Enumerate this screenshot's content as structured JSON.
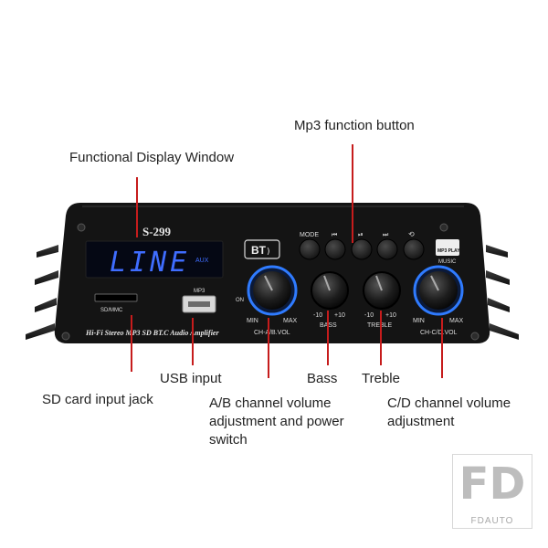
{
  "callouts": {
    "mp3_button": "Mp3 function button",
    "display_window": "Functional Display Window",
    "usb_input": "USB input",
    "bass": "Bass",
    "treble": "Treble",
    "sd_card": "SD card input jack",
    "ab_volume_line1": "A/B channel volume",
    "ab_volume_line2": "adjustment and power",
    "ab_volume_line3": "switch",
    "cd_volume_line1": "C/D channel volume",
    "cd_volume_line2": "adjustment"
  },
  "device": {
    "model": "S-299",
    "display_text": "LINE",
    "display_badge": "AUX",
    "bt_label": "BT",
    "buttons": [
      "MODE",
      "⏮",
      "⏯",
      "⏭",
      "⟲"
    ],
    "mp3_logo": "MP3 PLAY",
    "music_label": "MUSIC",
    "sd_label": "SD/MMC",
    "usb_label": "MP3",
    "strip_text": "Hi-Fi Stereo MP3 SD BT.C Audio Amplifier",
    "on_label": "ON",
    "knobs": {
      "ab": {
        "min": "MIN",
        "max": "MAX",
        "name": "CH-A/B.VOL"
      },
      "bass": {
        "min": "-10",
        "max": "+10",
        "name": "BASS"
      },
      "treble": {
        "min": "-10",
        "max": "+10",
        "name": "TREBLE"
      },
      "cd": {
        "min": "MIN",
        "max": "MAX",
        "name": "CH-C/D.VOL"
      }
    }
  },
  "watermark": {
    "big": "FD",
    "small": "FDAUTO"
  },
  "colors": {
    "leader": "#c61c1c",
    "display_blue": "#3f6dff",
    "knob_ring": "#2f7bff",
    "body": "#141414"
  }
}
